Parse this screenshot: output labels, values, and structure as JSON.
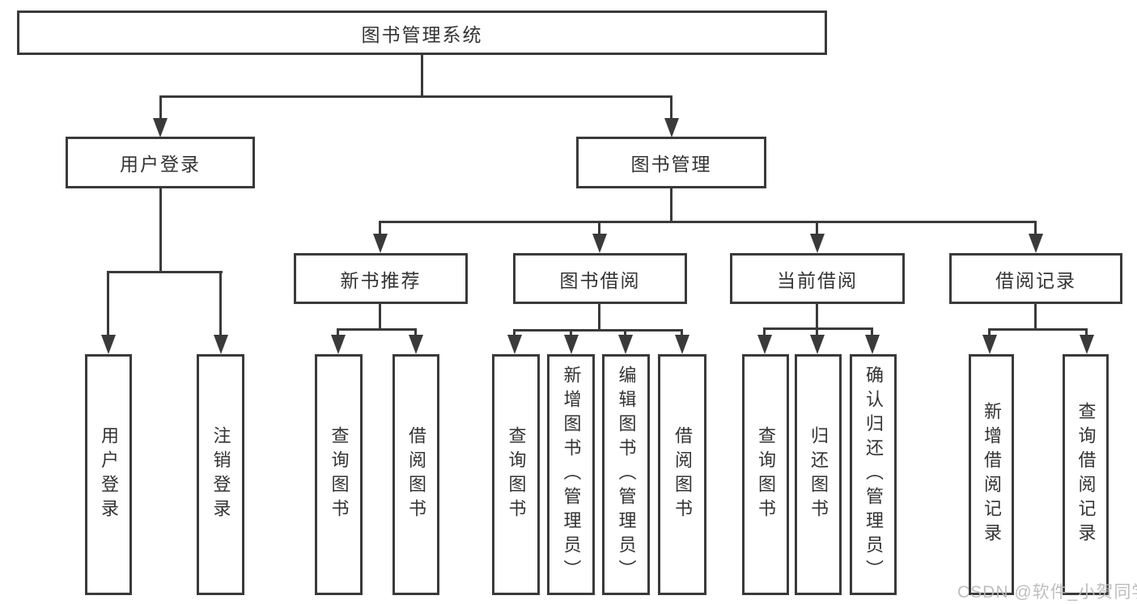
{
  "diagram": {
    "root": "图书管理系统",
    "level2": {
      "user_login": "用户登录",
      "book_mgmt": "图书管理"
    },
    "level3": {
      "new_books": "新书推荐",
      "borrow": "图书借阅",
      "current": "当前借阅",
      "records": "借阅记录"
    },
    "leaves": {
      "a1": "用户登录",
      "a2": "注销登录",
      "b1": "查询图书",
      "b2": "借阅图书",
      "c1": "查询图书",
      "c2": "新增图书（管理员）",
      "c3": "编辑图书（管理员）",
      "c4": "借阅图书",
      "d1": "查询图书",
      "d2": "归还图书",
      "d3": "确认归还（管理员）",
      "e1": "新增借阅记录",
      "e2": "查询借阅记录"
    }
  },
  "watermark": "CSDN @软件_小贺同学",
  "colors": {
    "line": "#3a3a3a",
    "text": "#333333",
    "watermark": "#b9b9b9",
    "background": "#ffffff"
  }
}
